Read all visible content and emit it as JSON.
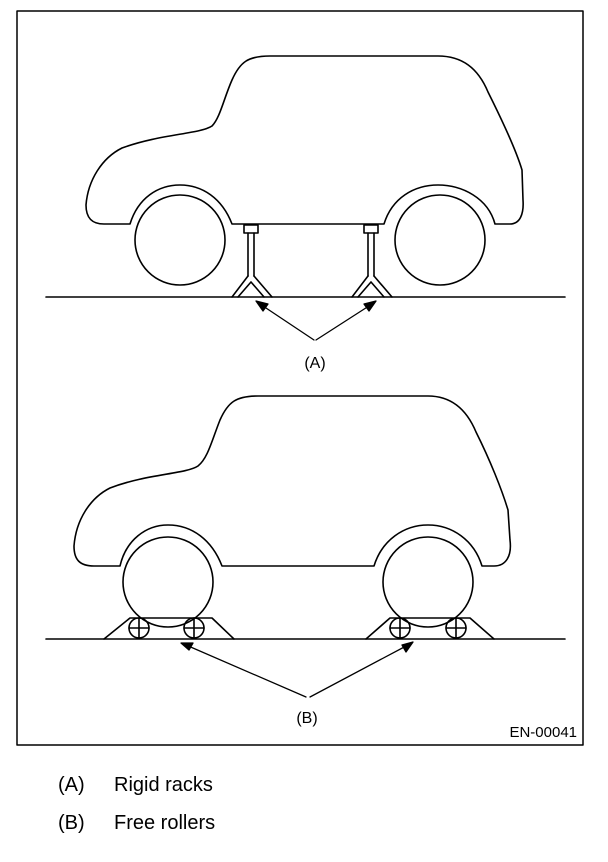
{
  "diagram": {
    "label_a": "(A)",
    "label_b": "(B)",
    "figure_id": "EN-00041",
    "line_color": "#000000"
  },
  "legend": [
    {
      "key": "(A)",
      "text": "Rigid racks"
    },
    {
      "key": "(B)",
      "text": "Free rollers"
    }
  ]
}
